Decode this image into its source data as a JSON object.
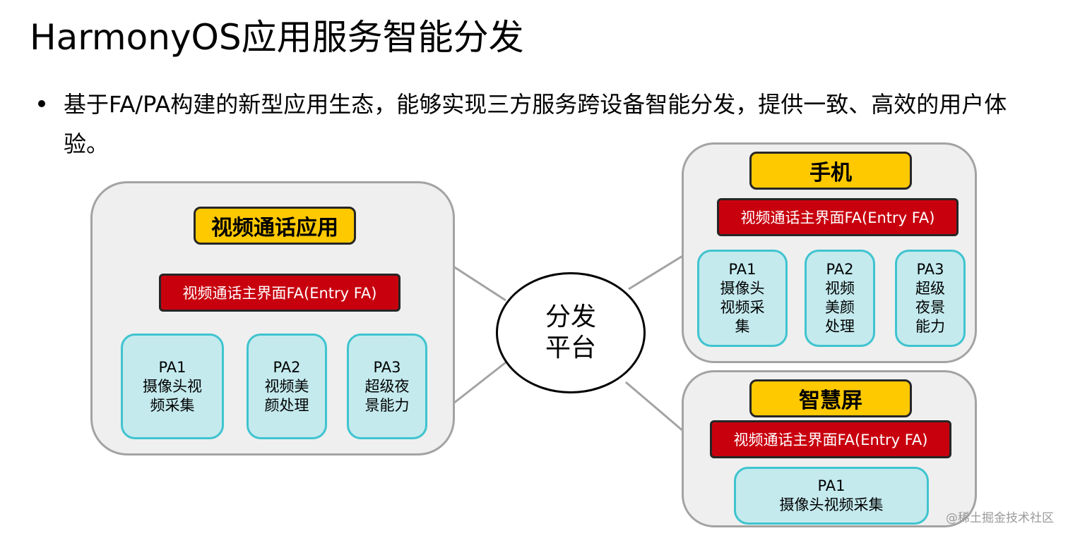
{
  "title": "HarmonyOS应用服务智能分发",
  "bullet": "基于FA/PA构建的新型应用生态，能够实现三方服务跨设备智能分发，提供一致、高效的用户体验。",
  "left_group": {
    "label": "视频通话应用",
    "fa": "视频通话主界面FA(Entry FA)",
    "pas": [
      {
        "lines": [
          "PA1",
          "摄像头视",
          "频采集"
        ]
      },
      {
        "lines": [
          "PA2",
          "视频美",
          "颜处理"
        ]
      },
      {
        "lines": [
          "PA3",
          "超级夜",
          "景能力"
        ]
      }
    ]
  },
  "hub": {
    "line1": "分发",
    "line2": "平台"
  },
  "phone_group": {
    "label": "手机",
    "fa": "视频通话主界面FA(Entry FA)",
    "pas": [
      {
        "lines": [
          "PA1",
          "摄像头",
          "视频采",
          "集"
        ]
      },
      {
        "lines": [
          "PA2",
          "视频",
          "美颜",
          "处理"
        ]
      },
      {
        "lines": [
          "PA3",
          "超级",
          "夜景",
          "能力"
        ]
      }
    ]
  },
  "screen_group": {
    "label": "智慧屏",
    "fa": "视频通话主界面FA(Entry FA)",
    "pas": [
      {
        "lines": [
          "PA1",
          "摄像头视频采集"
        ]
      }
    ]
  },
  "watermark": "@稀土掘金技术社区",
  "colors": {
    "label_bg": "#ffc900",
    "fa_bg": "#c8000e",
    "pa_bg": "#c4eaee",
    "pa_border": "#3fc4cf",
    "group_bg": "#efefef",
    "group_border": "#a3a3a3"
  }
}
